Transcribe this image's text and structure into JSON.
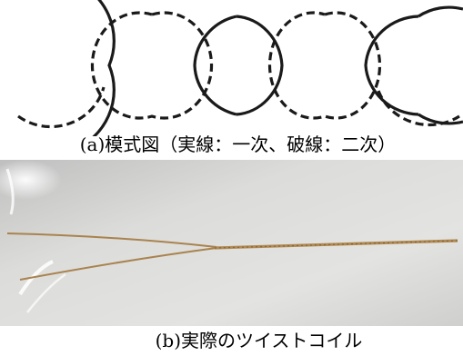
{
  "figure": {
    "caption_a": "(a)模式図（実線：一次、破線：二次）",
    "caption_b": "(b)実際のツイストコイル",
    "schematic": {
      "solid_icon": "solid-line-arcs",
      "dashed_icon": "dashed-line-arcs",
      "stroke_color": "#1a1a1a"
    },
    "photo": {
      "background_color": "#d9d9d7",
      "wire_color": "#b08a55"
    }
  }
}
